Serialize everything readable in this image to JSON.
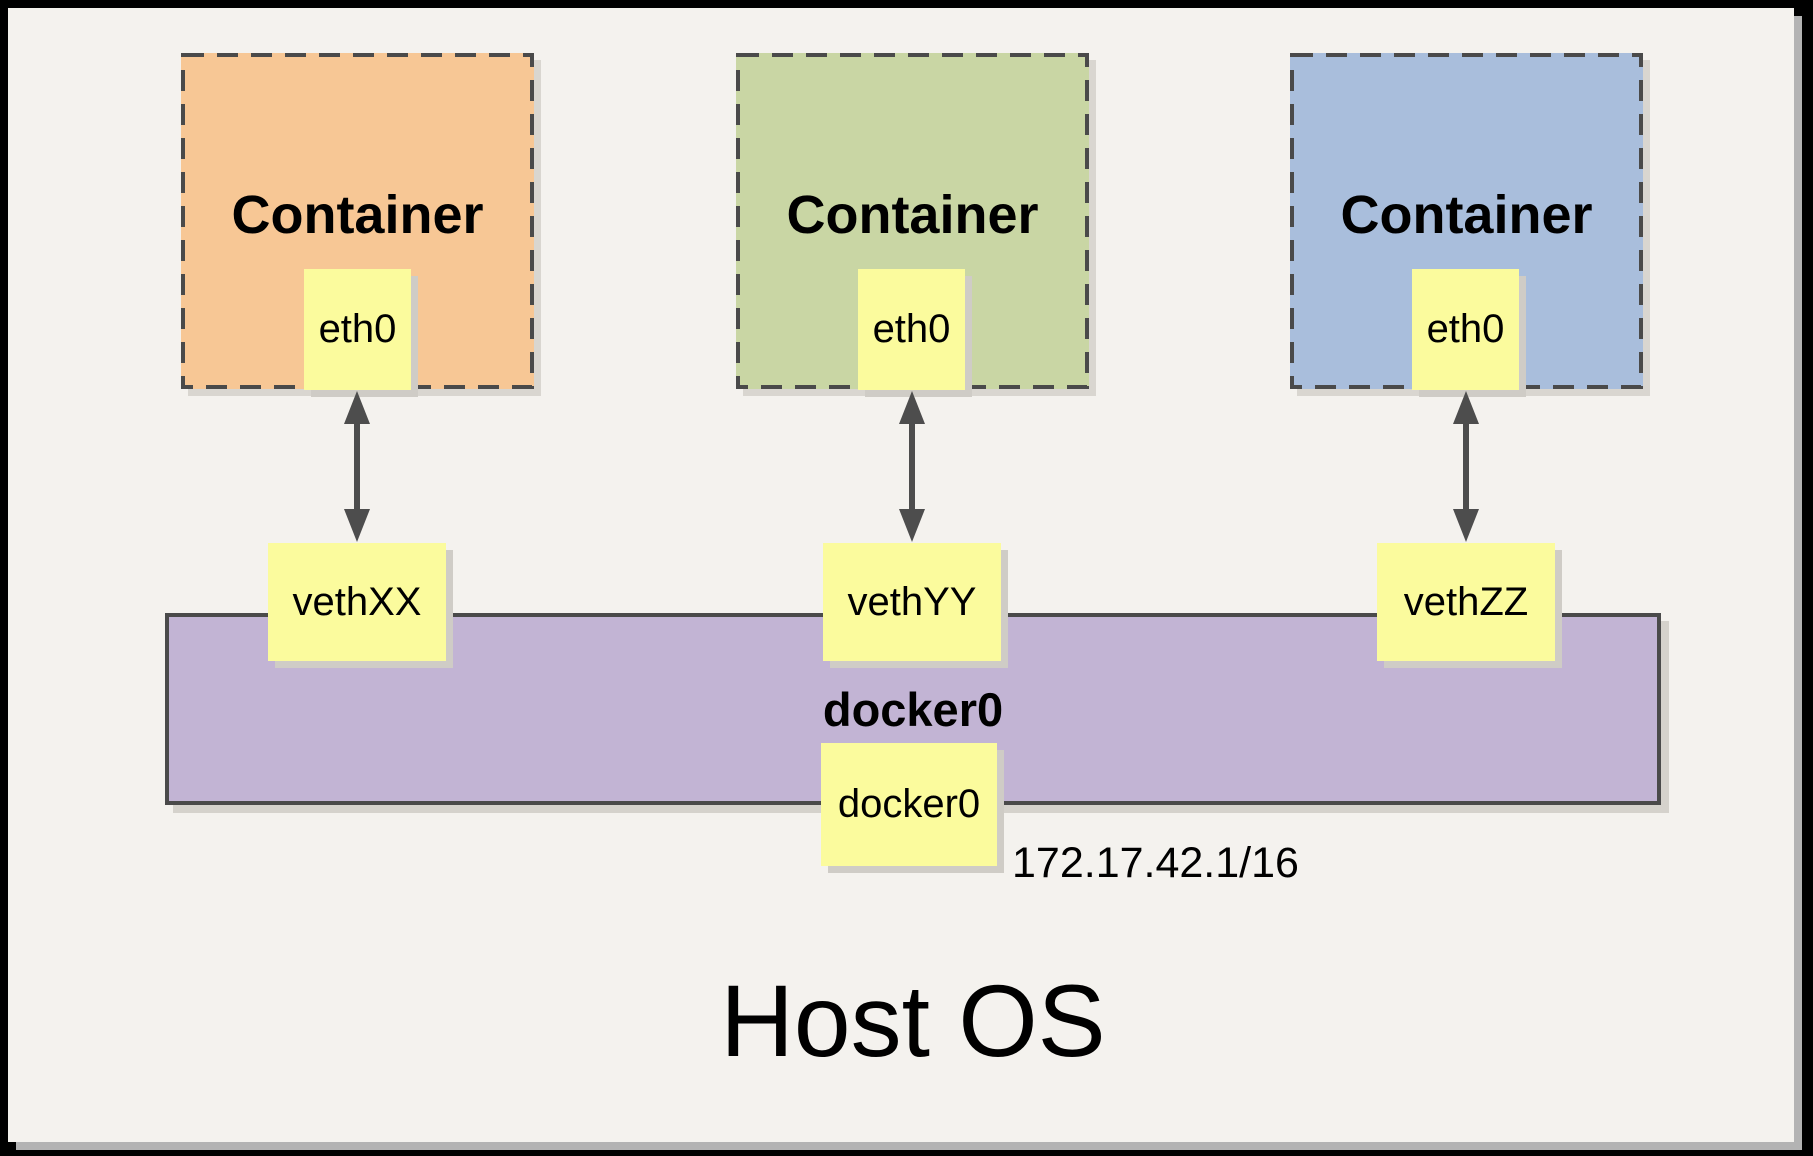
{
  "diagram": {
    "title": "Host OS",
    "containers": [
      {
        "label": "Container",
        "interface_label": "eth0",
        "veth_label": "vethXX",
        "color": "#f7c795"
      },
      {
        "label": "Container",
        "interface_label": "eth0",
        "veth_label": "vethYY",
        "color": "#c9d6a4"
      },
      {
        "label": "Container",
        "interface_label": "eth0",
        "veth_label": "vethZZ",
        "color": "#a9bedc"
      }
    ],
    "bridge": {
      "label": "docker0",
      "interface_label": "docker0",
      "ip": "172.17.42.1/16",
      "color": "#c2b4d4"
    },
    "colors": {
      "page_background": "#f4f2ee",
      "frame": "#000000",
      "line": "#4d4d4d",
      "dashed_border": "#4a4a4a",
      "yellow_box": "#fbfb9d"
    }
  }
}
